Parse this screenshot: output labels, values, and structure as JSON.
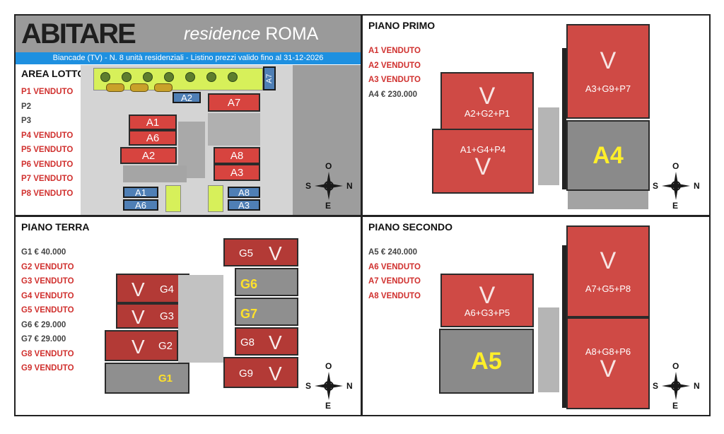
{
  "header": {
    "logo": "ABITARE",
    "residence": "residence",
    "city": "ROMA",
    "subtitle": "Biancade (TV) - N. 8 unità residenziali  - Listino prezzi valido fino al 31-12-2026"
  },
  "area_lotto": {
    "title": "AREA LOTTO",
    "items": [
      {
        "text": "P1 VENDUTO",
        "status": "sold"
      },
      {
        "text": "P2",
        "status": "avail"
      },
      {
        "text": "P3",
        "status": "avail"
      },
      {
        "text": "P4  VENDUTO",
        "status": "sold"
      },
      {
        "text": "P5  VENDUTO",
        "status": "sold"
      },
      {
        "text": "P6  VENDUTO",
        "status": "sold"
      },
      {
        "text": "P7  VENDUTO",
        "status": "sold"
      },
      {
        "text": "P8  VENDUTO",
        "status": "sold"
      }
    ],
    "labels": {
      "A1a": "A1",
      "A6a": "A6",
      "A2a": "A2",
      "A7a": "A7",
      "A8a": "A8",
      "A3a": "A3",
      "A2p": "A2",
      "A7p": "A7",
      "A1p": "A1",
      "A6p": "A6",
      "A8p": "A8",
      "A3p": "A3"
    }
  },
  "primo": {
    "title": "PIANO PRIMO",
    "items": [
      {
        "text": "A1  VENDUTO",
        "status": "sold"
      },
      {
        "text": "A2  VENDUTO",
        "status": "sold"
      },
      {
        "text": "A3  VENDUTO",
        "status": "sold"
      },
      {
        "text": "A4  € 230.000",
        "status": "avail"
      }
    ],
    "units": {
      "u1": "A2+G2+P1",
      "u2": "A1+G4+P4",
      "u3": "A3+G9+P7",
      "u4": "A4"
    },
    "v": "V"
  },
  "terra": {
    "title": "PIANO TERRA",
    "items": [
      {
        "text": "G1  € 40.000",
        "status": "avail"
      },
      {
        "text": "G2  VENDUTO",
        "status": "sold"
      },
      {
        "text": "G3  VENDUTO",
        "status": "sold"
      },
      {
        "text": "G4  VENDUTO",
        "status": "sold"
      },
      {
        "text": "G5  VENDUTO",
        "status": "sold"
      },
      {
        "text": "G6  € 29.000",
        "status": "avail"
      },
      {
        "text": "G7  € 29.000",
        "status": "avail"
      },
      {
        "text": "G8  VENDUTO",
        "status": "sold"
      },
      {
        "text": "G9  VENDUTO",
        "status": "sold"
      }
    ],
    "garages": {
      "g1": "G1",
      "g2": "G2",
      "g3": "G3",
      "g4": "G4",
      "g5": "G5",
      "g6": "G6",
      "g7": "G7",
      "g8": "G8",
      "g9": "G9"
    },
    "v": "V"
  },
  "secondo": {
    "title": "PIANO SECONDO",
    "items": [
      {
        "text": "A5  € 240.000",
        "status": "avail"
      },
      {
        "text": "A6  VENDUTO",
        "status": "sold"
      },
      {
        "text": "A7  VENDUTO",
        "status": "sold"
      },
      {
        "text": "A8  VENDUTO",
        "status": "sold"
      }
    ],
    "units": {
      "u1": "A6+G3+P5",
      "u2": "A7+G5+P8",
      "u3": "A8+G8+P6",
      "u4": "A5"
    },
    "v": "V"
  },
  "compass": {
    "n": "N",
    "s": "S",
    "o": "O",
    "e": "E"
  },
  "colors": {
    "sold": "#d0302e",
    "accent_blue": "#1e90e0",
    "available_yellow": "#ffef2a",
    "unit_red": "#cf4a45"
  }
}
